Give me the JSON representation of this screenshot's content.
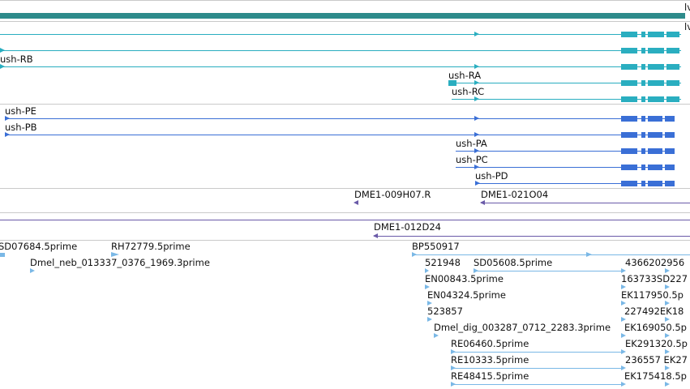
{
  "colors": {
    "gene": "#2e8b8b",
    "transcript_rb": "#2aaec0",
    "transcript_pb": "#3a6fd6",
    "cdna": "#6a5aa8",
    "est": "#7ab8e6",
    "separator": "#c9c9c9"
  },
  "tracks": {
    "gene_top_label": "lv",
    "gene_second_label": "lv",
    "transcripts_r": [
      "ush-RB",
      "ush-RA",
      "ush-RC"
    ],
    "transcripts_p": [
      "ush-PE",
      "ush-PB",
      "ush-PA",
      "ush-PC",
      "ush-PD"
    ],
    "clones_a": [
      "DME1-009H07.R",
      "DME1-021O04"
    ],
    "clones_b": [
      "DME1-012D24"
    ],
    "est_labels": [
      "SD07684.5prime",
      "RH72779.5prime",
      "BP550917",
      "Dmel_neb_013337_0376_1969.3prime",
      "521948",
      "SD05608.5prime",
      "4366202956",
      "EN00843.5prime",
      "163733SD227",
      "EN04324.5prime",
      "EK117950.5p",
      "523857",
      "227492EK18",
      "Dmel_dig_003287_0712_2283.3prime",
      "EK169050.5p",
      "RE06460.5prime",
      "EK291320.5p",
      "RE10333.5prime",
      "236557 EK27",
      "RE48415.5prime",
      "EK175418.5p"
    ]
  }
}
